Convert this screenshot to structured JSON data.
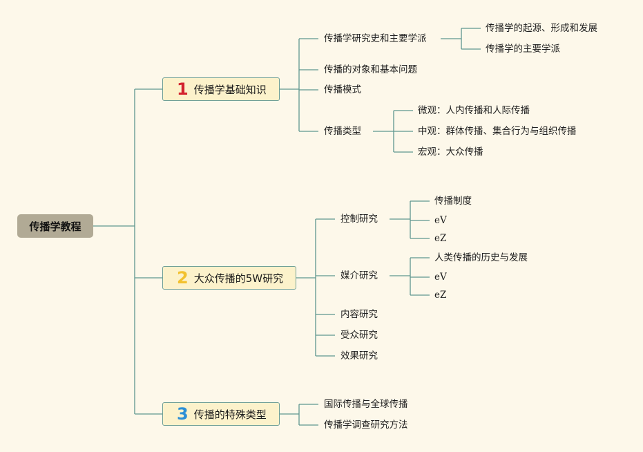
{
  "colors": {
    "background": "#fdf8ea",
    "root_fill": "#b1aa95",
    "branch_fill": "#fcf2cb",
    "branch_border": "#6f9f97",
    "connector": "#5e968f",
    "num1": "#d3232e",
    "num2": "#f2c12e",
    "num3": "#2c8fd6"
  },
  "root": {
    "label": "传播学教程"
  },
  "branches": [
    {
      "num": "1",
      "label": "传播学基础知识",
      "children": [
        {
          "label": "传播学研究史和主要学派",
          "children": [
            {
              "label": "传播学的起源、形成和发展"
            },
            {
              "label": "传播学的主要学派"
            }
          ]
        },
        {
          "label": "传播的对象和基本问题"
        },
        {
          "label": "传播模式"
        },
        {
          "label": "传播类型",
          "children": [
            {
              "label": "微观：人内传播和人际传播"
            },
            {
              "label": "中观：群体传播、集合行为与组织传播"
            },
            {
              "label": "宏观：大众传播"
            }
          ]
        }
      ]
    },
    {
      "num": "2",
      "label": "大众传播的5W研究",
      "children": [
        {
          "label": "控制研究",
          "children": [
            {
              "label": "传播制度"
            },
            {
              "label": "eV"
            },
            {
              "label": "eZ"
            }
          ]
        },
        {
          "label": "媒介研究",
          "children": [
            {
              "label": "人类传播的历史与发展"
            },
            {
              "label": "eV"
            },
            {
              "label": "eZ"
            }
          ]
        },
        {
          "label": "内容研究"
        },
        {
          "label": "受众研究"
        },
        {
          "label": "效果研究"
        }
      ]
    },
    {
      "num": "3",
      "label": "传播的特殊类型",
      "children": [
        {
          "label": "国际传播与全球传播"
        },
        {
          "label": "传播学调查研究方法"
        }
      ]
    }
  ]
}
